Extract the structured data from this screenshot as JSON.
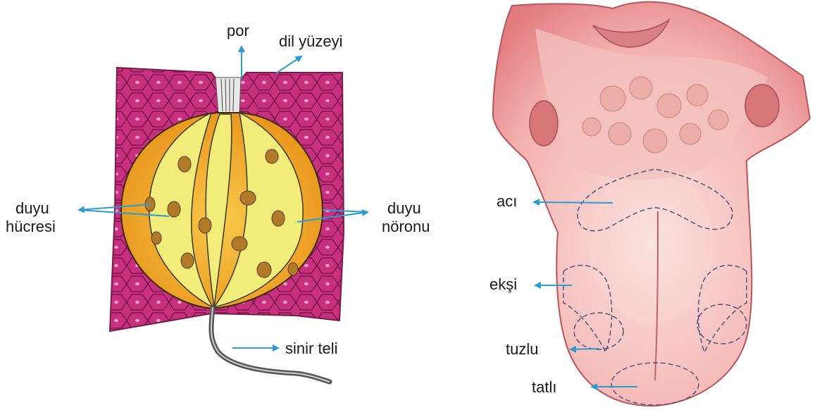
{
  "taste_bud": {
    "labels": {
      "por": "por",
      "dil_yuzeyi": "dil yüzeyi",
      "duyu_hucresi_line1": "duyu",
      "duyu_hucresi_line2": "hücresi",
      "duyu_noronu_line1": "duyu",
      "duyu_noronu_line2": "nöronu",
      "sinir_teli": "sinir teli"
    }
  },
  "tongue": {
    "labels": {
      "aci": "acı",
      "eksi": "ekşi",
      "tuzlu": "tuzlu",
      "tatli": "tatlı"
    }
  },
  "colors": {
    "arrow": "#2b9ccf",
    "epithelium": "#c8307f",
    "bud": "#f4a81c",
    "sensory_cell": "#f2ec7a",
    "tongue": "#f0a3a3",
    "region_line": "#4a4a7a"
  }
}
